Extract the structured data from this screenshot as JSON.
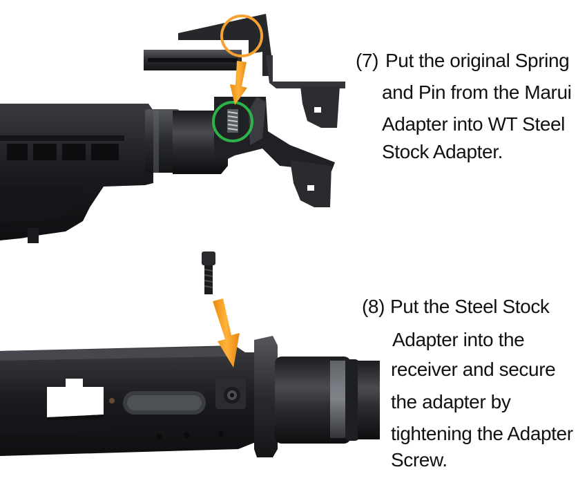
{
  "step7": {
    "number": "(7)",
    "lines": [
      "Put the original Spring",
      "and Pin from the Marui",
      "Adapter into WT Steel",
      "Stock Adapter."
    ]
  },
  "step8": {
    "number": "(8)",
    "lines": [
      "Put the Steel Stock",
      "Adapter into the",
      "receiver and secure",
      "the adapter by",
      "tightening the Adapter",
      "Screw."
    ]
  },
  "colors": {
    "arrow": "#f39a1e",
    "circle_orange": "#f7a230",
    "circle_green": "#2cb34a",
    "part_dark": "#1c1d20",
    "text": "#111111"
  },
  "icons": [
    "orange-arrow-icon",
    "orange-circle-icon",
    "green-circle-icon"
  ]
}
